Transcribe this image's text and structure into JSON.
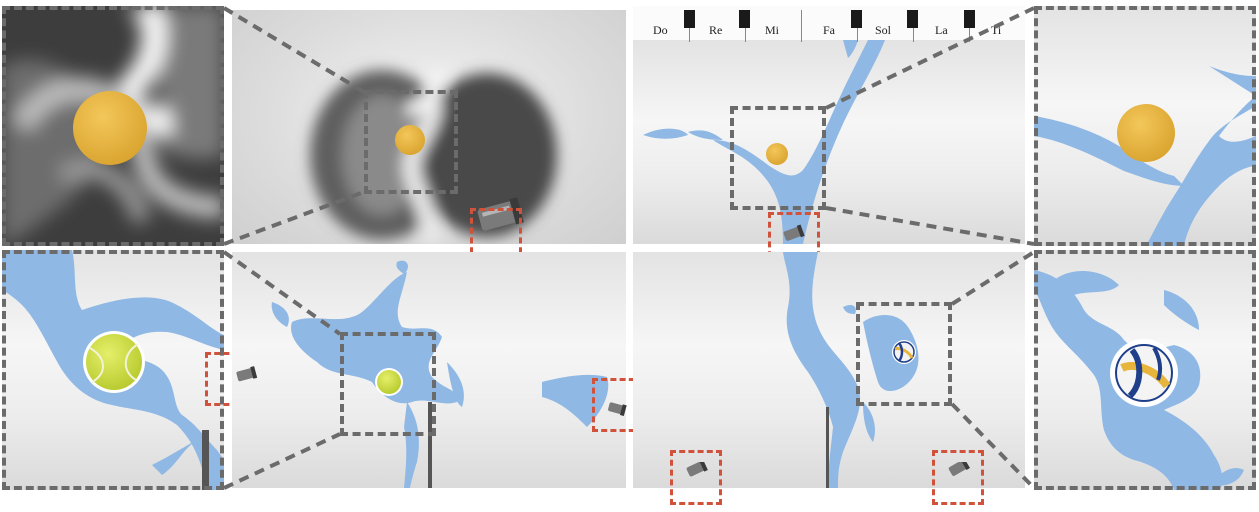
{
  "keyboard": {
    "notes": [
      "Do",
      "Re",
      "Mi",
      "Fa",
      "Sol",
      "La",
      "Ti"
    ]
  },
  "colors": {
    "water": "#8fb8e4",
    "ball_yellow": "#e7b53c",
    "tennis": "#c9dc3a",
    "zoom_box": "#6b6b6b",
    "nozzle_box": "#d0523a"
  },
  "icons": [
    "yellow-ball-icon",
    "tennis-ball-icon",
    "volleyball-icon",
    "nozzle-icon"
  ]
}
